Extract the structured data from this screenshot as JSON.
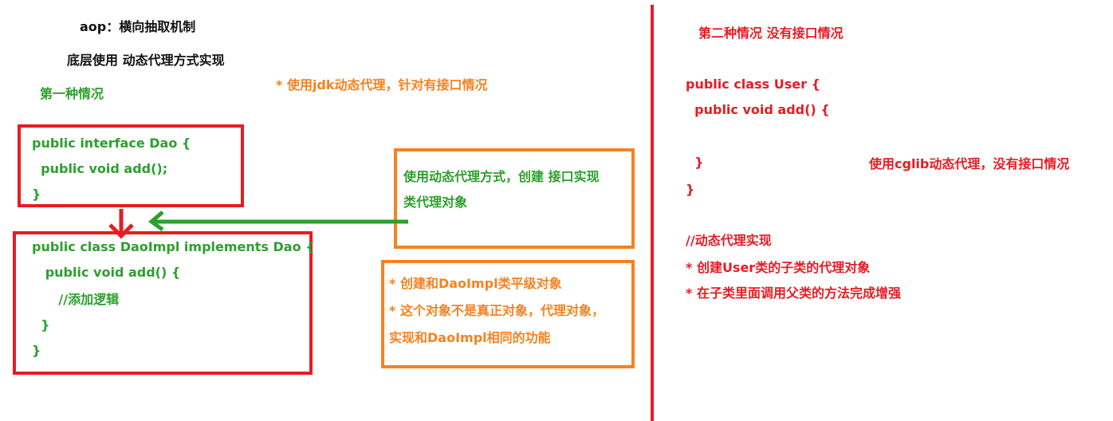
{
  "left": {
    "title": "aop：横向抽取机制",
    "subtitle": "底层使用 动态代理方式实现",
    "case_one_label": "第一种情况",
    "jdk_note": "* 使用jdk动态代理，针对有接口情况",
    "interface_code": [
      "public interface Dao {",
      "  public void add();",
      "}"
    ],
    "impl_code": [
      "public class DaoImpl implements Dao {",
      "   public void add() {",
      "      //添加逻辑",
      "  }",
      "}"
    ],
    "proxy_note": [
      "使用动态代理方式，创建 接口实现",
      "类代理对象"
    ],
    "proxy_detail": [
      "* 创建和DaoImpl类平级对象",
      "* 这个对象不是真正对象，代理对象，",
      "实现和DaoImpl相同的功能"
    ]
  },
  "right": {
    "case_two_label": "第二种情况 没有接口情况",
    "user_code": [
      "public class User {",
      "  public void add() {",
      "",
      "  }",
      "}"
    ],
    "cglib_note": "使用cglib动态代理，没有接口情况",
    "comment_lines": [
      "//动态代理实现",
      "* 创建User类的子类的代理对象",
      "* 在子类里面调用父类的方法完成增强"
    ]
  },
  "colors": {
    "red": "#e51c23",
    "orange": "#f58220",
    "green": "#2ca02c",
    "black": "#111111"
  }
}
